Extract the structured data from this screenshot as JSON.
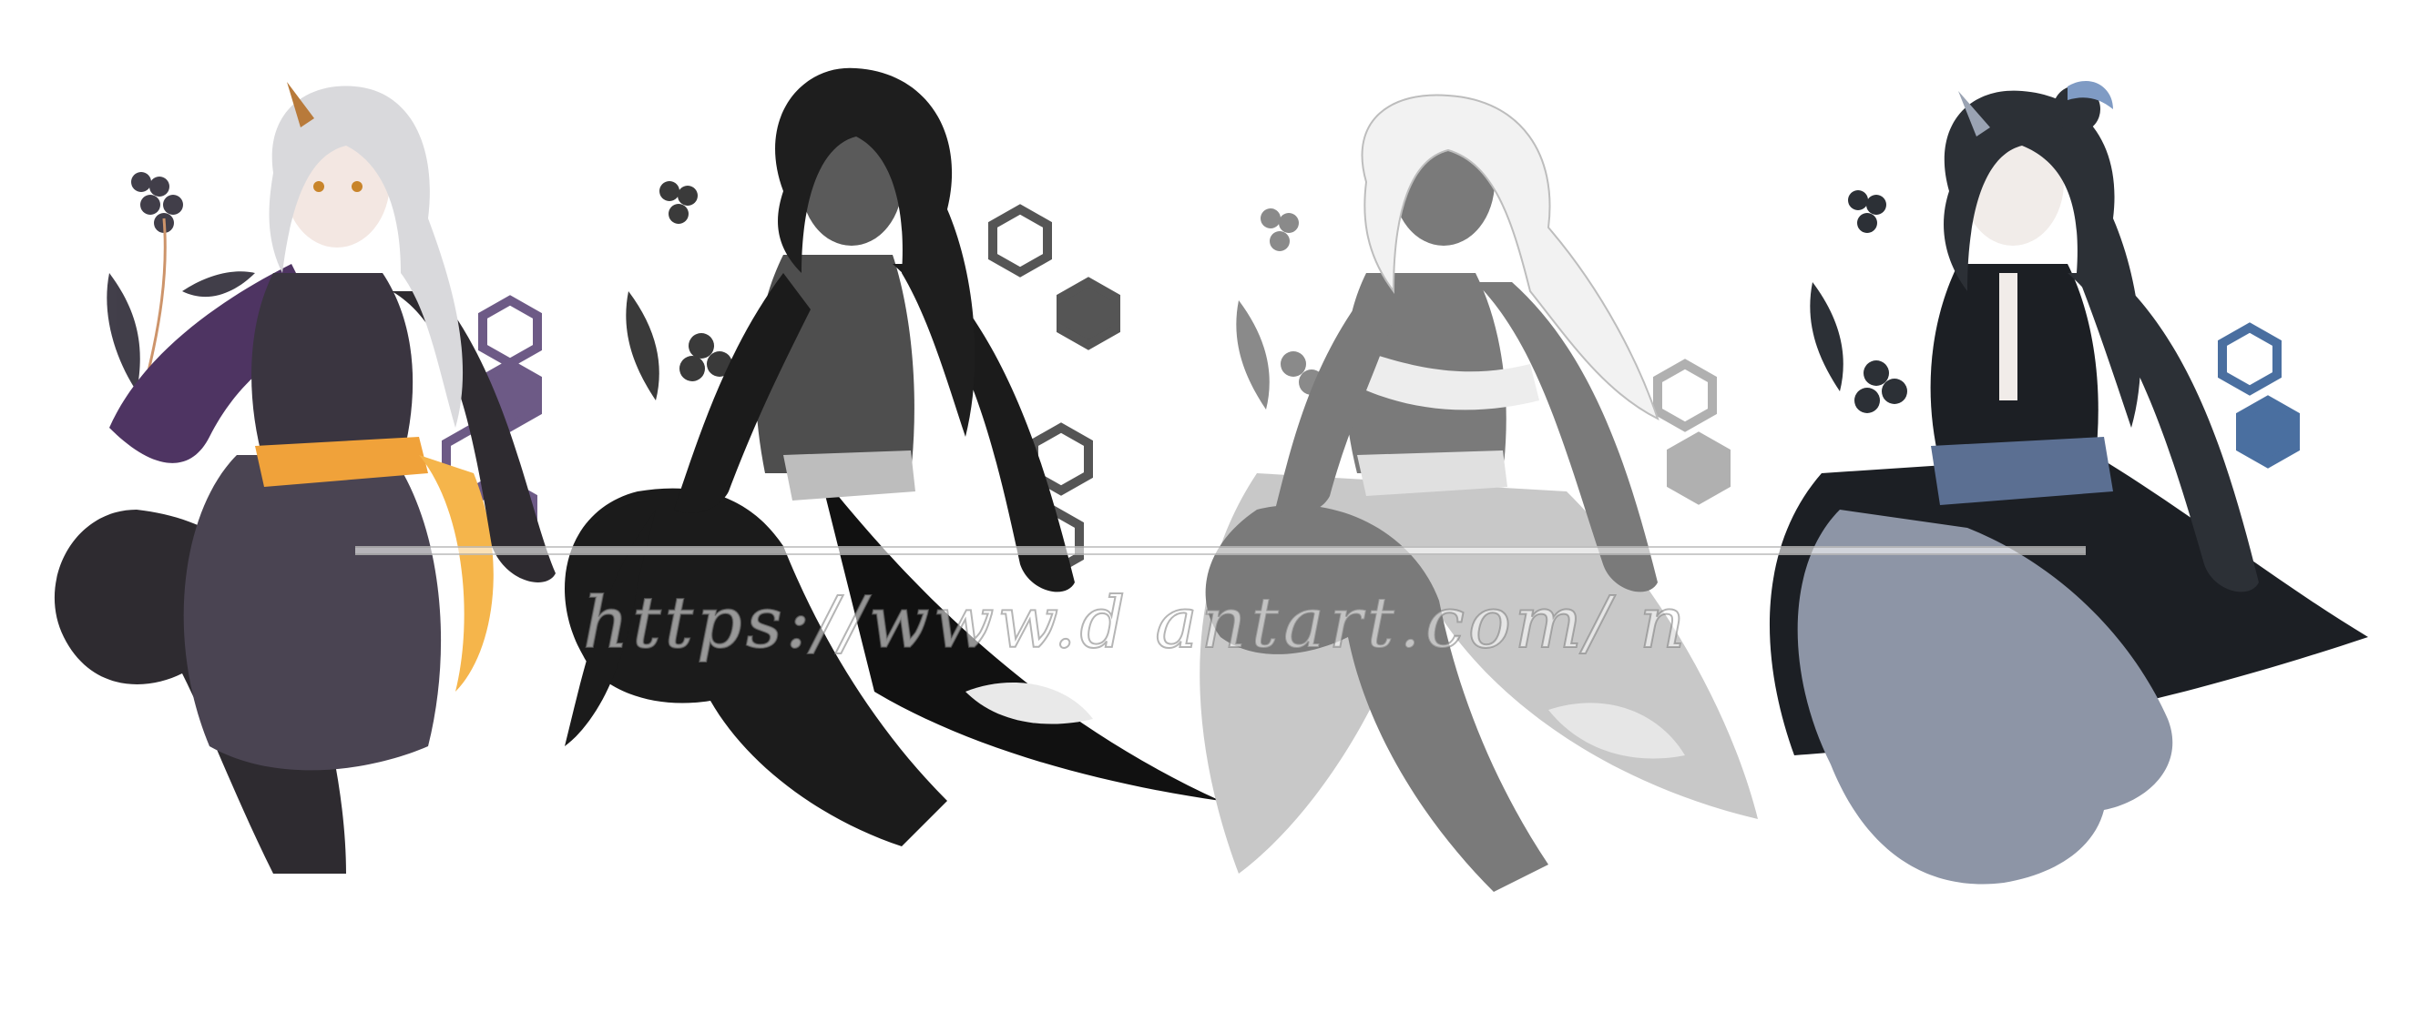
{
  "watermark": {
    "url_text": "https://www.d          antart.com/          n"
  },
  "characters": [
    {
      "name_key": "oni-1",
      "palette": {
        "skin": "#f3e7e2",
        "hair": "#d9d9dc",
        "dress": "#3a3540",
        "sash": "#f0a23a",
        "scarf": "#5a3b6e",
        "accent": "#b87a3a"
      }
    },
    {
      "name_key": "oni-2",
      "palette": {
        "skin": "#5a5a5a",
        "hair": "#1e1e1e",
        "dress": "#111111",
        "sash": "#bdbdbd",
        "accent": "#444444"
      }
    },
    {
      "name_key": "oni-3",
      "palette": {
        "skin": "#7a7a7a",
        "hair": "#f2f2f2",
        "dress": "#cfcfcf",
        "sash": "#ededed",
        "accent": "#9a9a9a"
      }
    },
    {
      "name_key": "oni-4",
      "palette": {
        "skin": "#f1ece9",
        "hair": "#2c3036",
        "dress": "#1c1f24",
        "sash": "#5b6f92",
        "pants": "#8d95a6",
        "accent": "#4a6fa0"
      }
    }
  ]
}
